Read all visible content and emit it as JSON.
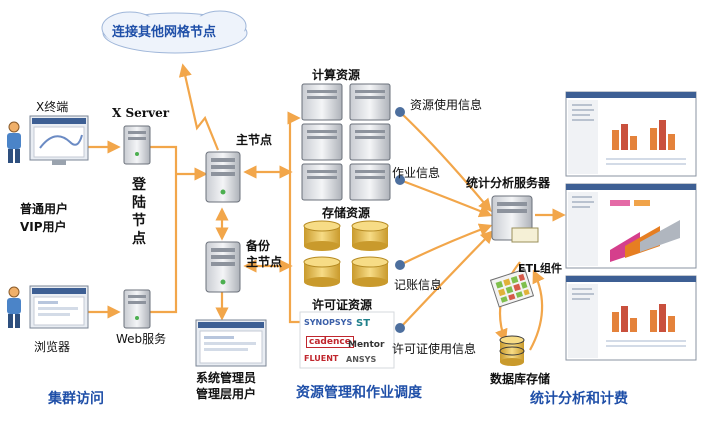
{
  "cloud_label": "连接其他网格节点",
  "users": {
    "x_terminal": "X终端",
    "user_types": "普通用户\nVIP用户",
    "browser": "浏览器"
  },
  "login": {
    "x_server": "X Server",
    "login_node": "登陆节点",
    "web_service": "Web服务"
  },
  "nodes": {
    "master": "主节点",
    "backup": "备份\n主节点",
    "admin": "系统管理员\n管理层用户"
  },
  "resources": {
    "compute": "计算资源",
    "storage": "存储资源",
    "license": "许可证资源",
    "license_vendors": [
      "SYNOPSYS",
      "cadence",
      "FLUENT",
      "Mentor",
      "ANSYS",
      "ST"
    ]
  },
  "flows": {
    "resource_usage": "资源使用信息",
    "job_info": "作业信息",
    "accounting_info": "记账信息",
    "license_usage": "许可证使用信息"
  },
  "analysis": {
    "server": "统计分析服务器",
    "etl": "ETL组件",
    "db": "数据库存储"
  },
  "captions": {
    "cluster_access": "集群访问",
    "resource_mgmt": "资源管理和作业调度",
    "stats_billing": "统计分析和计费"
  },
  "colors": {
    "arrow": "#f2a64a",
    "caption": "#1f4fa8",
    "disk": "#e8c15a",
    "dot": "#4d6f9e"
  }
}
